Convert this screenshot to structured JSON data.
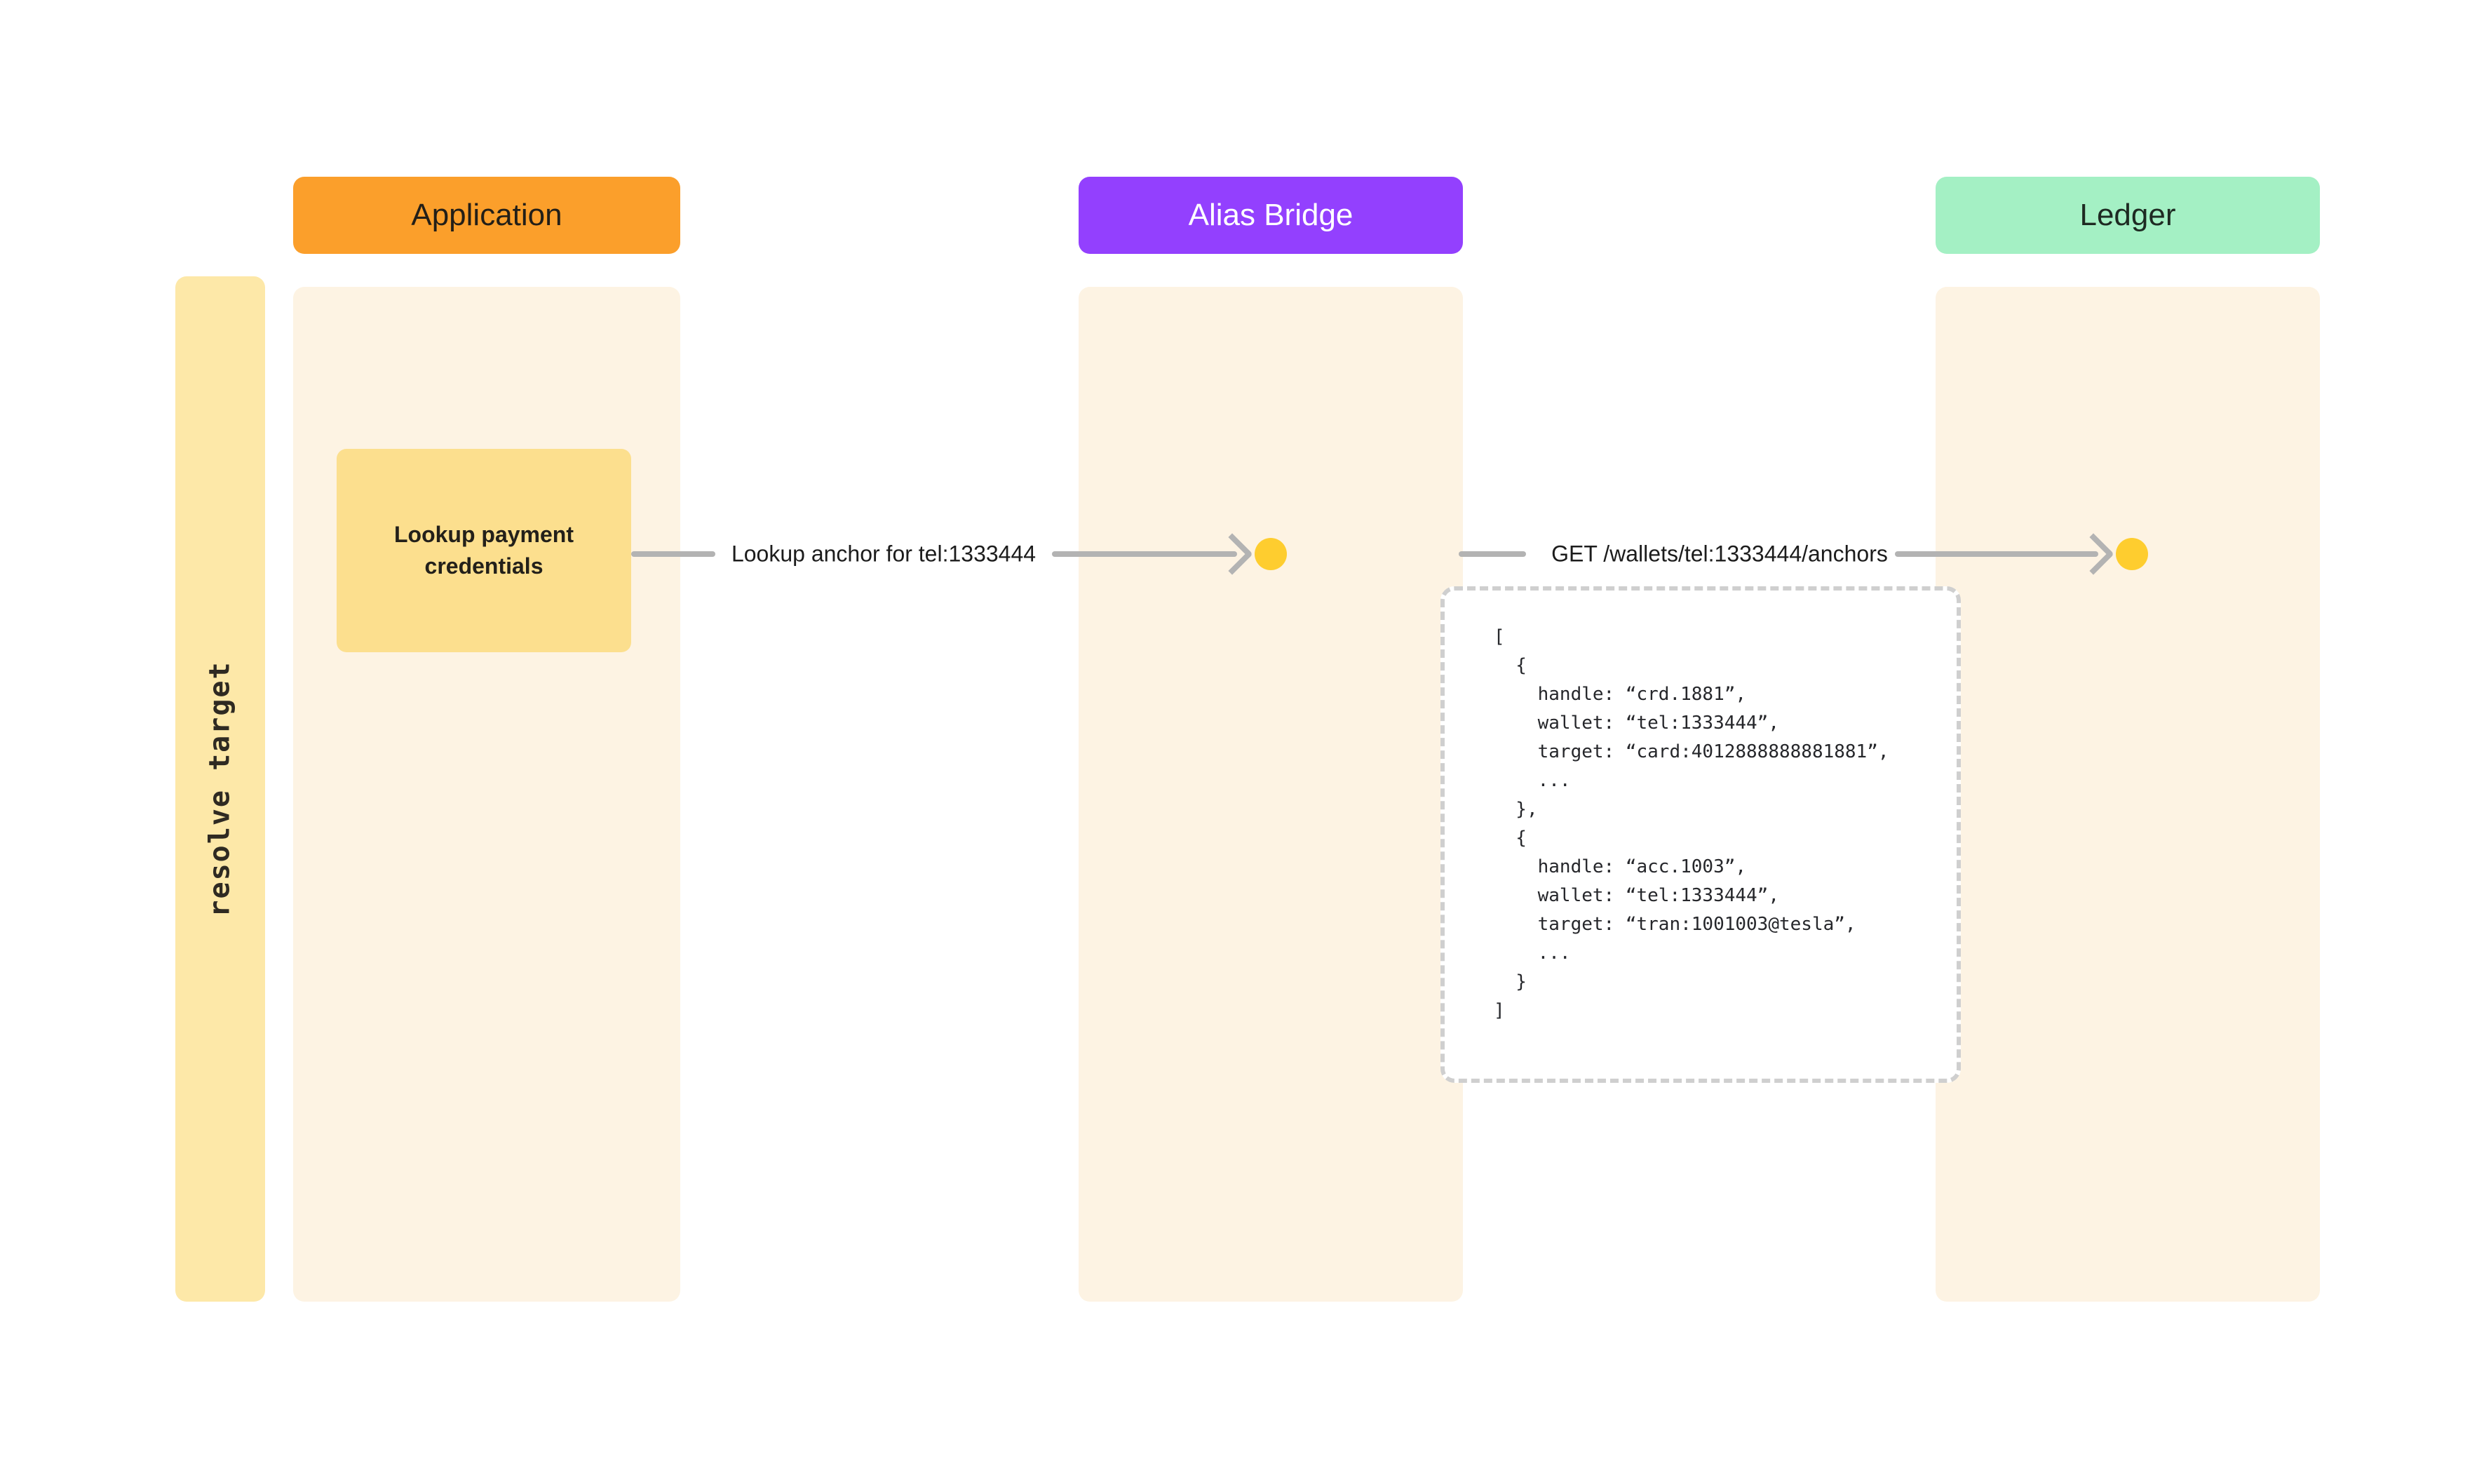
{
  "diagram": {
    "type": "sequence-diagram",
    "group": {
      "label": "resolve target",
      "color": "#fde8a8"
    },
    "participants": [
      {
        "id": "application",
        "label": "Application",
        "color": "#fb9f2b",
        "text_color": "#231f18",
        "lane_color": "#fdf3e3"
      },
      {
        "id": "alias-bridge",
        "label": "Alias Bridge",
        "color": "#9340fe",
        "text_color": "#ffffff",
        "lane_color": "#fdf3e3"
      },
      {
        "id": "ledger",
        "label": "Ledger",
        "color": "#a4f0c4",
        "text_color": "#1e2a22",
        "lane_color": "#fdf3e3"
      }
    ],
    "notes": [
      {
        "id": "lookup-note",
        "text": "Lookup payment credentials",
        "color": "#fcdf8e",
        "on": "application"
      }
    ],
    "messages": [
      {
        "id": "msg-1",
        "label": "Lookup anchor for tel:1333444",
        "from": "application",
        "to": "alias-bridge",
        "line_color": "#b3b3b3"
      },
      {
        "id": "msg-2",
        "label": "GET /wallets/tel:1333444/anchors",
        "from": "alias-bridge",
        "to": "ledger",
        "line_color": "#b3b3b3"
      }
    ],
    "activation_dots": [
      {
        "id": "dot-alias-bridge",
        "on": "alias-bridge",
        "color": "#fecd2f"
      },
      {
        "id": "dot-ledger",
        "on": "ledger",
        "color": "#fecd2f"
      }
    ],
    "payload": {
      "id": "anchors-response",
      "border_color": "#cfcfcf",
      "code": "[\n  {\n    handle: “crd.1881”,\n    wallet: “tel:1333444”,\n    target: “card:4012888888881881”,\n    ...\n  },\n  {\n    handle: “acc.1003”,\n    wallet: “tel:1333444”,\n    target: “tran:1001003@tesla”,\n    ...\n  }\n]"
    }
  }
}
